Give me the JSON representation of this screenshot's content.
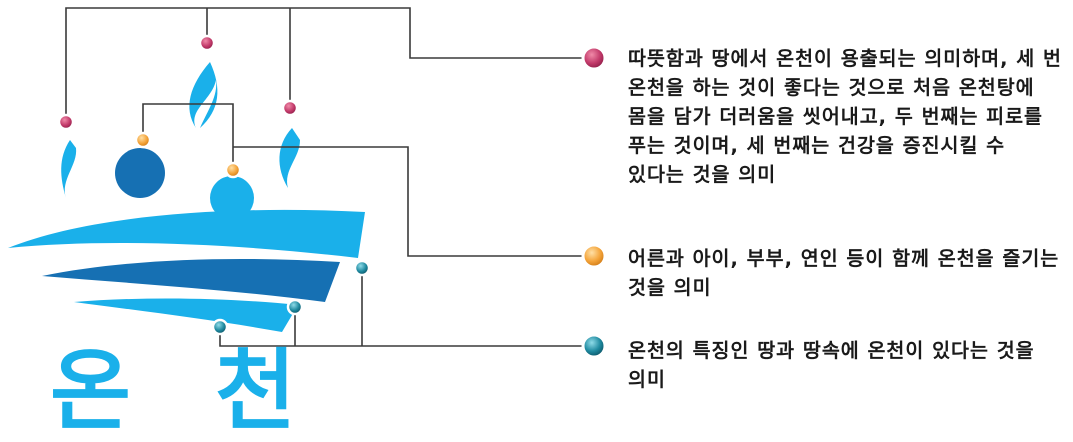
{
  "logo": {
    "text_1": "온",
    "text_2": "천",
    "colors": {
      "light_blue": "#1ab0ea",
      "dark_blue": "#1670b3"
    }
  },
  "legend": [
    {
      "marker": "magenta-dot",
      "color": "#c23a6a",
      "text": "따뜻함과 땅에서 온천이 용출되는 의미하며, 세 번 온천을 하는 것이 좋다는 것으로 처음 온천탕에 몸을 담가 더러움을 씻어내고, 두 번째는 피로를 푸는 것이며, 세 번째는 건강을 증진시킬 수 있다는 것을 의미"
    },
    {
      "marker": "orange-dot",
      "color": "#f4a43a",
      "text": "어른과 아이, 부부, 연인 등이 함께 온천을 즐기는 것을 의미"
    },
    {
      "marker": "teal-dot",
      "color": "#1f8aa0",
      "text": "온천의 특징인 땅과 땅속에 온천이 있다는 것을 의미"
    }
  ]
}
